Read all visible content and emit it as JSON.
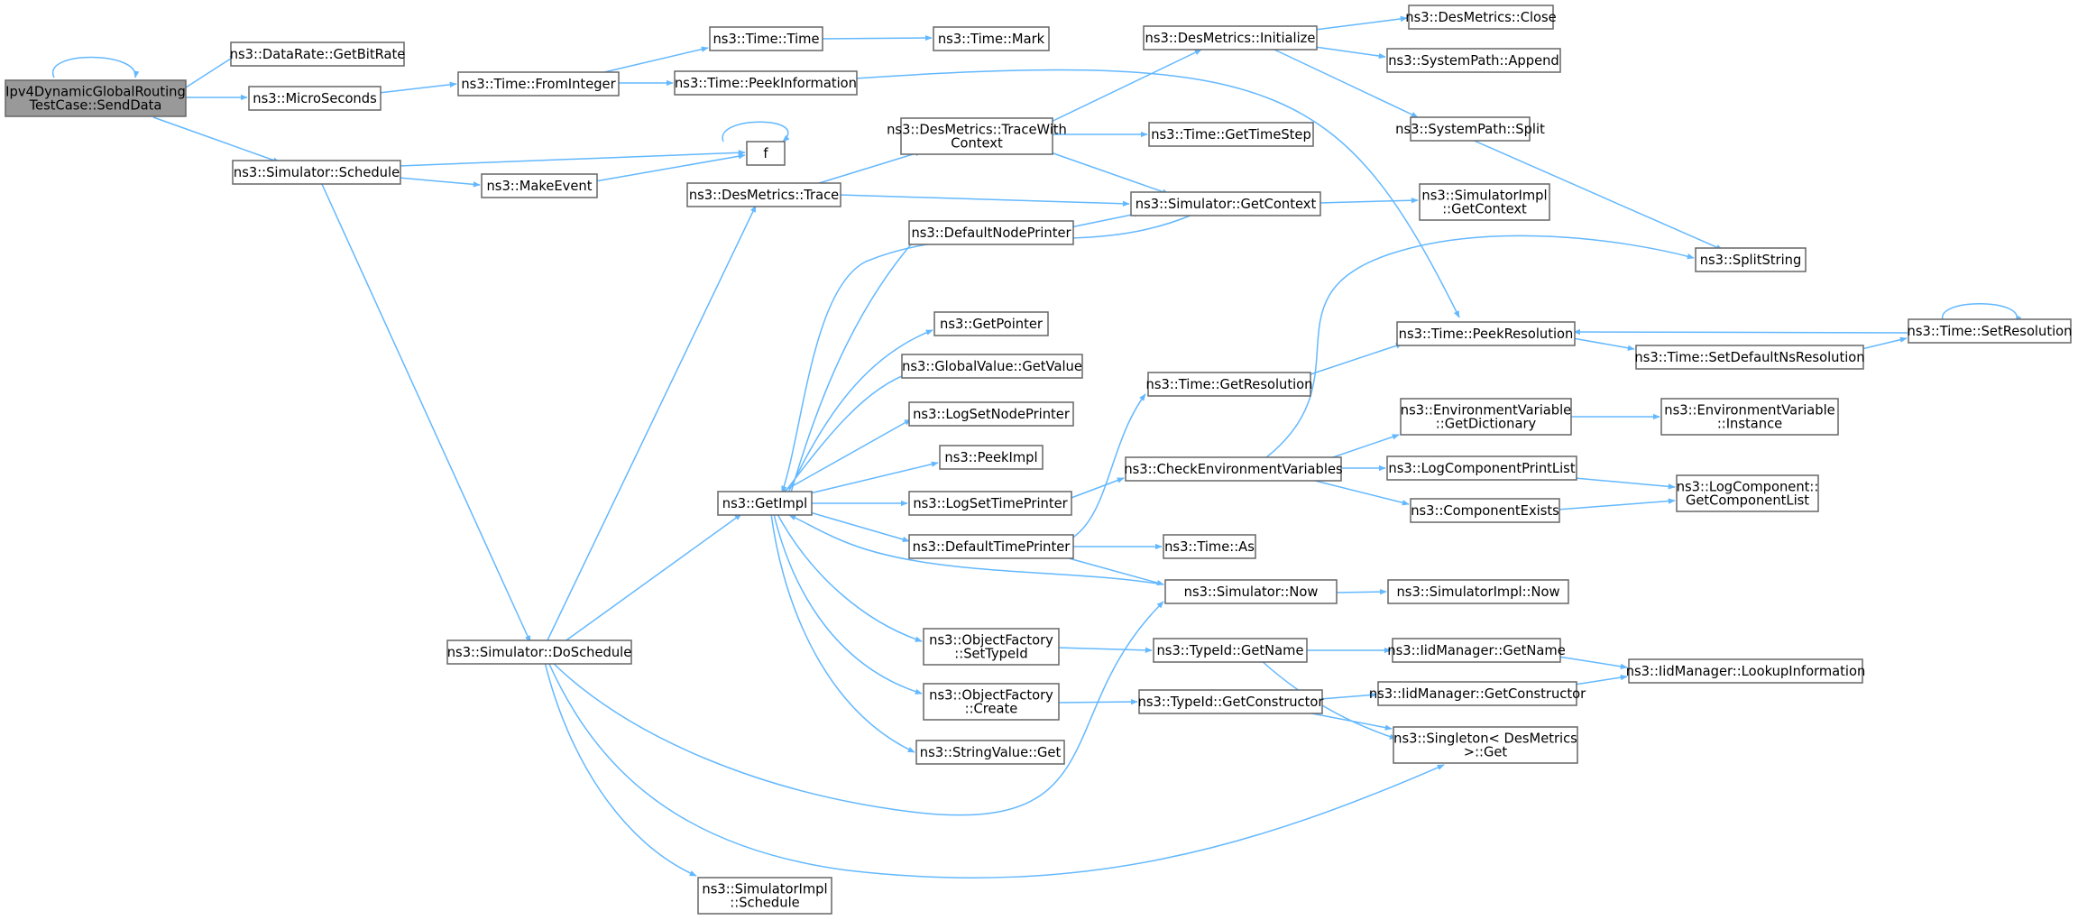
{
  "colors": {
    "edge": "#63b8ff",
    "node_border": "#666666",
    "root_fill": "#999999",
    "node_fill": "#ffffff"
  },
  "nodes": {
    "root": [
      "Ipv4DynamicGlobalRouting",
      "TestCase::SendData"
    ],
    "getbitrate": [
      "ns3::DataRate::GetBitRate"
    ],
    "microseconds": [
      "ns3::MicroSeconds"
    ],
    "sched": [
      "ns3::Simulator::Schedule"
    ],
    "frominteger": [
      "ns3::Time::FromInteger"
    ],
    "timetime": [
      "ns3::Time::Time"
    ],
    "mark": [
      "ns3::Time::Mark"
    ],
    "peekinfo": [
      "ns3::Time::PeekInformation"
    ],
    "f": [
      "f"
    ],
    "makeevent": [
      "ns3::MakeEvent"
    ],
    "doschedule": [
      "ns3::Simulator::DoSchedule"
    ],
    "desinit": [
      "ns3::DesMetrics::Initialize"
    ],
    "desclose": [
      "ns3::DesMetrics::Close"
    ],
    "append": [
      "ns3::SystemPath::Append"
    ],
    "split": [
      "ns3::SystemPath::Split"
    ],
    "splitstring": [
      "ns3::SplitString"
    ],
    "tracewith": [
      "ns3::DesMetrics::TraceWith",
      "Context"
    ],
    "trace": [
      "ns3::DesMetrics::Trace"
    ],
    "gettimestep": [
      "ns3::Time::GetTimeStep"
    ],
    "getcontext": [
      "ns3::Simulator::GetContext"
    ],
    "implgetcontext": [
      "ns3::SimulatorImpl",
      "::GetContext"
    ],
    "defnodeprinter": [
      "ns3::DefaultNodePrinter"
    ],
    "getpointer": [
      "ns3::GetPointer"
    ],
    "gvgetvalue": [
      "ns3::GlobalValue::GetValue"
    ],
    "lognodeprinter": [
      "ns3::LogSetNodePrinter"
    ],
    "peekimpl": [
      "ns3::PeekImpl"
    ],
    "getimpl": [
      "ns3::GetImpl"
    ],
    "logtimeprinter": [
      "ns3::LogSetTimePrinter"
    ],
    "deftimeprinter": [
      "ns3::DefaultTimePrinter"
    ],
    "peekres": [
      "ns3::Time::PeekResolution"
    ],
    "setdefns": [
      "ns3::Time::SetDefaultNsResolution"
    ],
    "setres": [
      "ns3::Time::SetResolution"
    ],
    "getres": [
      "ns3::Time::GetResolution"
    ],
    "envdict": [
      "ns3::EnvironmentVariable",
      "::GetDictionary"
    ],
    "envinst": [
      "ns3::EnvironmentVariable",
      "::Instance"
    ],
    "checkenv": [
      "ns3::CheckEnvironmentVariables"
    ],
    "logcompprint": [
      "ns3::LogComponentPrintList"
    ],
    "compexists": [
      "ns3::ComponentExists"
    ],
    "getcomplist": [
      "ns3::LogComponent::",
      "GetComponentList"
    ],
    "timeas": [
      "ns3::Time::As"
    ],
    "simnow": [
      "ns3::Simulator::Now"
    ],
    "implnow": [
      "ns3::SimulatorImpl::Now"
    ],
    "settypeid": [
      "ns3::ObjectFactory",
      "::SetTypeId"
    ],
    "typeidgetname": [
      "ns3::TypeId::GetName"
    ],
    "iidgetname": [
      "ns3::IidManager::GetName"
    ],
    "lookupinfo": [
      "ns3::IidManager::LookupInformation"
    ],
    "ofcreate": [
      "ns3::ObjectFactory",
      "::Create"
    ],
    "typeidgetctor": [
      "ns3::TypeId::GetConstructor"
    ],
    "iidgetctor": [
      "ns3::IidManager::GetConstructor"
    ],
    "singleton": [
      "ns3::Singleton< DesMetrics",
      " >::Get"
    ],
    "strget": [
      "ns3::StringValue::Get"
    ],
    "implschedule": [
      "ns3::SimulatorImpl",
      "::Schedule"
    ]
  }
}
